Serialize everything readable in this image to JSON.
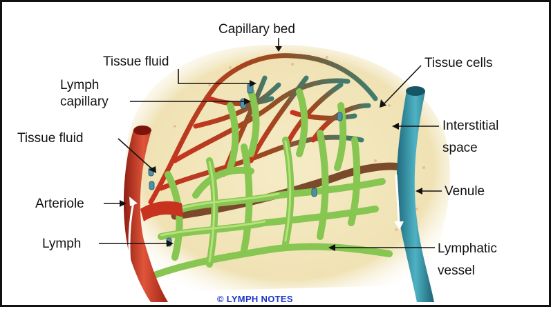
{
  "labels": {
    "capillary_bed": "Capillary bed",
    "tissue_fluid_top": "Tissue fluid",
    "lymph_capillary_1": "Lymph",
    "lymph_capillary_2": "capillary",
    "tissue_fluid_left": "Tissue fluid",
    "arteriole": "Arteriole",
    "lymph": "Lymph",
    "tissue_cells": "Tissue cells",
    "interstitial_1": "Interstitial",
    "interstitial_2": "space",
    "venule": "Venule",
    "lymphatic_1": "Lymphatic",
    "lymphatic_2": "vessel"
  },
  "copyright": "© LYMPH NOTES",
  "colors": {
    "arteriole": "#c8331f",
    "capillary": "#b0401c",
    "venule": "#2f8fa3",
    "lymphatic": "#7fbf4a",
    "tissue": "#f2e6bd",
    "copyright": "#1a35c9"
  }
}
